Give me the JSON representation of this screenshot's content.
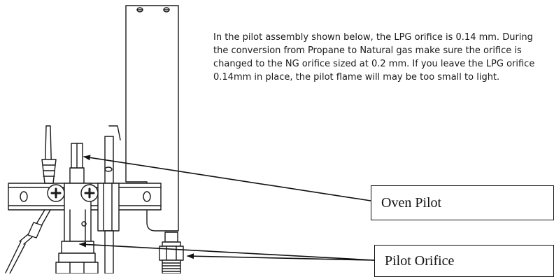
{
  "paragraph": {
    "line1": "In the pilot assembly shown below, the LPG orifice is 0.14 mm. During",
    "line2": "the conversion from Propane to Natural gas make sure the orifice is",
    "line3": "changed to the NG orifice sized at 0.2 mm. If you leave the LPG orifice",
    "line4": "0.14mm in place, the pilot flame will may be too small to light."
  },
  "callouts": {
    "oven_pilot": "Oven Pilot",
    "pilot_orifice": "Pilot Orifice"
  },
  "colors": {
    "line": "#111111",
    "background": "#ffffff"
  }
}
